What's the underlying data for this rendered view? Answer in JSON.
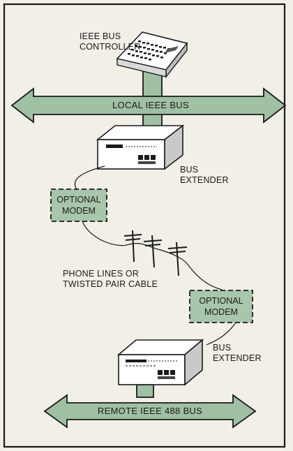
{
  "labels": {
    "controller_line1": "IEEE BUS",
    "controller_line2": "CONTROLLER",
    "local_bus": "LOCAL IEEE BUS",
    "extender_top_line1": "BUS",
    "extender_top_line2": "EXTENDER",
    "modem_top_line1": "OPTIONAL",
    "modem_top_line2": "MODEM",
    "phone_line1": "PHONE LINES OR",
    "phone_line2": "TWISTED PAIR CABLE",
    "modem_bottom_line1": "OPTIONAL",
    "modem_bottom_line2": "MODEM",
    "extender_bottom_line1": "BUS",
    "extender_bottom_line2": "EXTENDER",
    "remote_bus": "REMOTE IEEE 488 BUS"
  },
  "colors": {
    "background": "#f1efe6",
    "bus_fill": "#9fc0a3",
    "modem_fill": "#a8c6ab",
    "outline": "#1a1a1a"
  }
}
